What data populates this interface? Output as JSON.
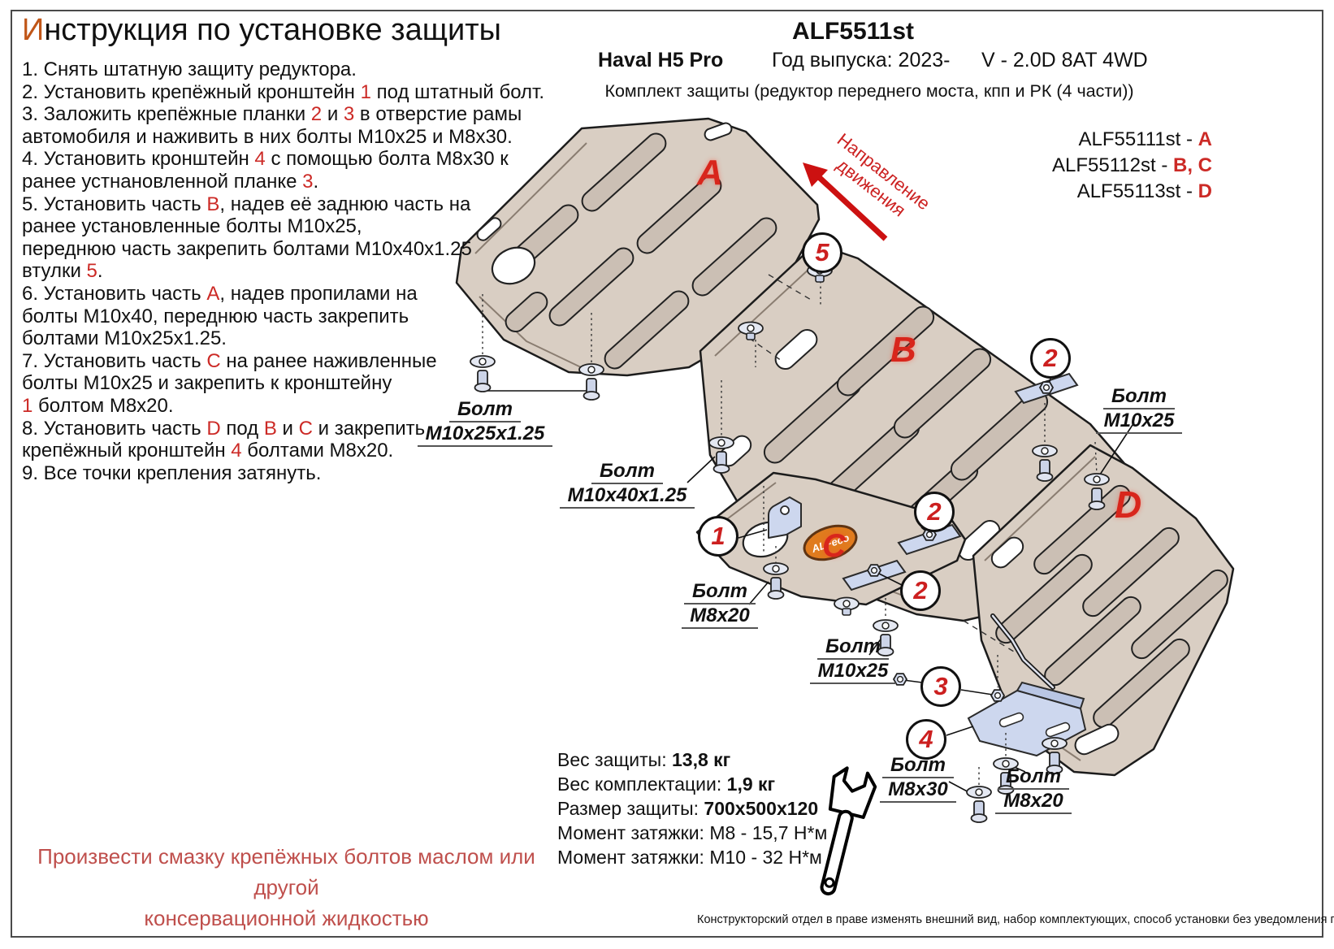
{
  "title": {
    "first_letter": "И",
    "rest": "нструкция по установке защиты"
  },
  "header": {
    "part_number": "ALF5511st",
    "car_model": "Haval H5 Pro",
    "year": "Год выпуска: 2023-",
    "engine": "V - 2.0D 8AT 4WD",
    "kit_description": "Комплект защиты (редуктор переднего моста, кпп и РК (4 части))"
  },
  "instructions": [
    [
      {
        "t": "1. Снять штатную защиту редуктора."
      }
    ],
    [
      {
        "t": "2. Установить крепёжный кронштейн "
      },
      {
        "t": "1",
        "r": true
      },
      {
        "t": " под штатный болт."
      }
    ],
    [
      {
        "t": "3. Заложить крепёжные планки "
      },
      {
        "t": "2",
        "r": true
      },
      {
        "t": " и "
      },
      {
        "t": "3",
        "r": true
      },
      {
        "t": " в отверстие рамы"
      }
    ],
    [
      {
        "t": "автомобиля и наживить в них болты М10х25 и М8х30."
      }
    ],
    [
      {
        "t": "4. Установить кронштейн "
      },
      {
        "t": "4",
        "r": true
      },
      {
        "t": " с помощью болта М8х30 к"
      }
    ],
    [
      {
        "t": "ранее устнановленной планке "
      },
      {
        "t": "3",
        "r": true
      },
      {
        "t": "."
      }
    ],
    [
      {
        "t": "5. Установить часть "
      },
      {
        "t": "B",
        "r": true
      },
      {
        "t": ", надев её заднюю часть на"
      }
    ],
    [
      {
        "t": "ранее установленные болты М10х25,"
      }
    ],
    [
      {
        "t": "переднюю часть закрепить болтами М10х40х1.25"
      }
    ],
    [
      {
        "t": "втулки "
      },
      {
        "t": "5",
        "r": true
      },
      {
        "t": "."
      }
    ],
    [
      {
        "t": "6. Установить часть "
      },
      {
        "t": "A",
        "r": true
      },
      {
        "t": ", надев пропилами на"
      }
    ],
    [
      {
        "t": "болты М10х40, переднюю часть закрепить"
      }
    ],
    [
      {
        "t": "болтами М10х25х1.25."
      }
    ],
    [
      {
        "t": "7. Установить часть "
      },
      {
        "t": "C",
        "r": true
      },
      {
        "t": " на ранее наживленные"
      }
    ],
    [
      {
        "t": "болты М10х25 и закрепить к кронштейну"
      }
    ],
    [
      {
        "t": "1",
        "r": true
      },
      {
        "t": " болтом М8х20."
      }
    ],
    [
      {
        "t": "8. Установить часть "
      },
      {
        "t": "D",
        "r": true
      },
      {
        "t": " под "
      },
      {
        "t": "B",
        "r": true
      },
      {
        "t": " и "
      },
      {
        "t": "C",
        "r": true
      },
      {
        "t": " и закрепить"
      }
    ],
    [
      {
        "t": "крепёжный кронштейн "
      },
      {
        "t": "4",
        "r": true
      },
      {
        "t": " болтами М8х20."
      }
    ],
    [
      {
        "t": "9. Все точки крепления затянуть."
      }
    ]
  ],
  "part_codes": [
    [
      {
        "t": "ALF55111st - "
      },
      {
        "t": "A",
        "r": true
      }
    ],
    [
      {
        "t": "ALF55112st - "
      },
      {
        "t": "B, C",
        "r": true
      }
    ],
    [
      {
        "t": "ALF55113st - "
      },
      {
        "t": "D",
        "r": true
      }
    ]
  ],
  "diagram": {
    "direction_label_line1": "Направление",
    "direction_label_line2": "движения",
    "part_letters": [
      "A",
      "B",
      "C",
      "D"
    ],
    "logo_text": "ALFeco",
    "callouts": [
      "5",
      "2",
      "2",
      "2",
      "1",
      "3",
      "4"
    ],
    "bolt_labels": [
      {
        "line1": "Болт",
        "line2": "M10x25x1.25"
      },
      {
        "line1": "Болт",
        "line2": "M10x40x1.25"
      },
      {
        "line1": "Болт",
        "line2": "M10x25"
      },
      {
        "line1": "Болт",
        "line2": "M8x20"
      },
      {
        "line1": "Болт",
        "line2": "M10x25"
      },
      {
        "line1": "Болт",
        "line2": "M8x30"
      },
      {
        "line1": "Болт",
        "line2": "M8x20"
      }
    ]
  },
  "specs": [
    [
      {
        "t": "Вес защиты: "
      },
      {
        "t": "13,8 кг",
        "b": true
      }
    ],
    [
      {
        "t": "Вес комплектации: "
      },
      {
        "t": "1,9 кг",
        "b": true
      }
    ],
    [
      {
        "t": "Размер защиты: "
      },
      {
        "t": "700x500x120",
        "b": true
      }
    ],
    [
      {
        "t": "Момент затяжки: М8 - 15,7 Н*м"
      }
    ],
    [
      {
        "t": "Момент затяжки: М10 - 32 Н*м"
      }
    ]
  ],
  "warning_lines": [
    [
      {
        "t": "Произвести смазку крепёжных болтов маслом или другой"
      }
    ],
    [
      {
        "t": "консервационной жидкостью"
      }
    ]
  ],
  "disclaimer": "Конструкторский отдел в праве изменять внешний вид, набор комплектующих, способ установки без уведомления потребителя.",
  "colors": {
    "accent_red": "#cc2a26",
    "title_orange": "#c05618",
    "warning_red": "#bf4f4c",
    "plate_fill": "#d9cec3",
    "bracket_fill": "#cdd7ee",
    "logo_orange": "#e07b1e",
    "arrow_red": "#cc1111"
  }
}
